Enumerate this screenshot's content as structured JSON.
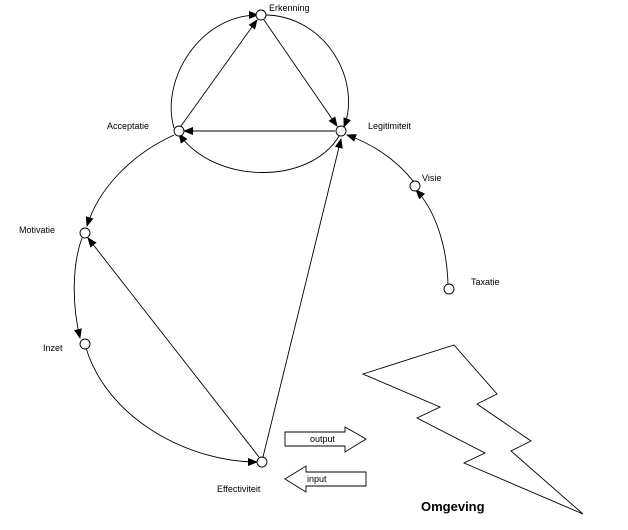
{
  "nodes": {
    "erkenning": "Erkenning",
    "acceptatie": "Acceptatie",
    "legitimiteit": "Legitimiteit",
    "visie": "Visie",
    "taxatie": "Taxatie",
    "motivatie": "Motivatie",
    "inzet": "Inzet",
    "effectiviteit": "Effectiviteit"
  },
  "flows": {
    "output": "output",
    "input": "input"
  },
  "environment": {
    "label": "Omgeving"
  },
  "colors": {
    "stroke": "#000000",
    "background": "#ffffff"
  }
}
